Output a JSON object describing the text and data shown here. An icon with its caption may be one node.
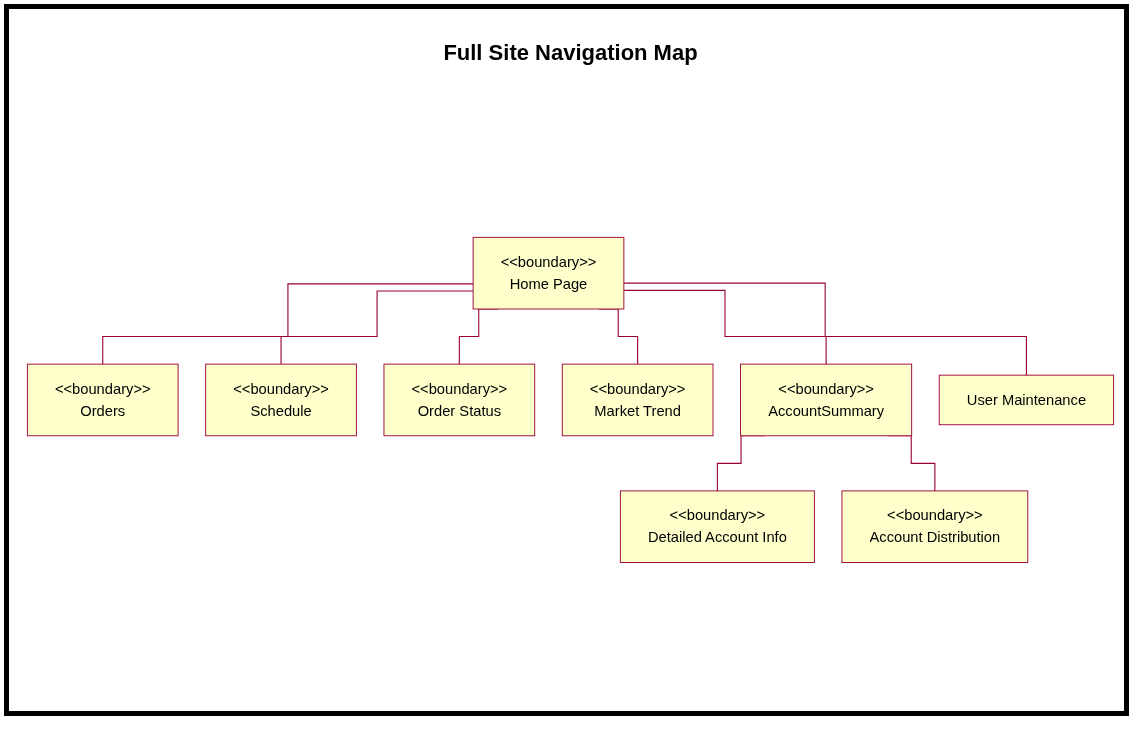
{
  "diagram": {
    "title": "Full Site Navigation Map",
    "nodes": [
      {
        "text": [
          "<<boundary>>",
          "Home Page"
        ]
      },
      {
        "text": [
          "<<boundary>>",
          "Orders"
        ]
      },
      {
        "text": [
          "<<boundary>>",
          "Schedule"
        ]
      },
      {
        "text": [
          "<<boundary>>",
          "Order Status"
        ]
      },
      {
        "text": [
          "<<boundary>>",
          "Market Trend"
        ]
      },
      {
        "text": [
          "<<boundary>>",
          "AccountSummary"
        ]
      },
      {
        "text": [
          "User Maintenance"
        ]
      },
      {
        "text": [
          "<<boundary>>",
          "Detailed Account Info"
        ]
      },
      {
        "text": [
          "<<boundary>>",
          "Account Distribution"
        ]
      }
    ],
    "edges": [
      {
        "from": 0,
        "to": 1,
        "arrow": "none"
      },
      {
        "from": 0,
        "to": 2,
        "arrow": "none"
      },
      {
        "from": 0,
        "to": 3,
        "arrow": "none"
      },
      {
        "from": 0,
        "to": 4,
        "arrow": "none"
      },
      {
        "from": 0,
        "to": 5,
        "arrow": "none"
      },
      {
        "from": 0,
        "to": 6,
        "arrow": "none"
      },
      {
        "from": 5,
        "to": 7,
        "arrow": "none"
      },
      {
        "from": 5,
        "to": 8,
        "arrow": "none"
      }
    ]
  }
}
